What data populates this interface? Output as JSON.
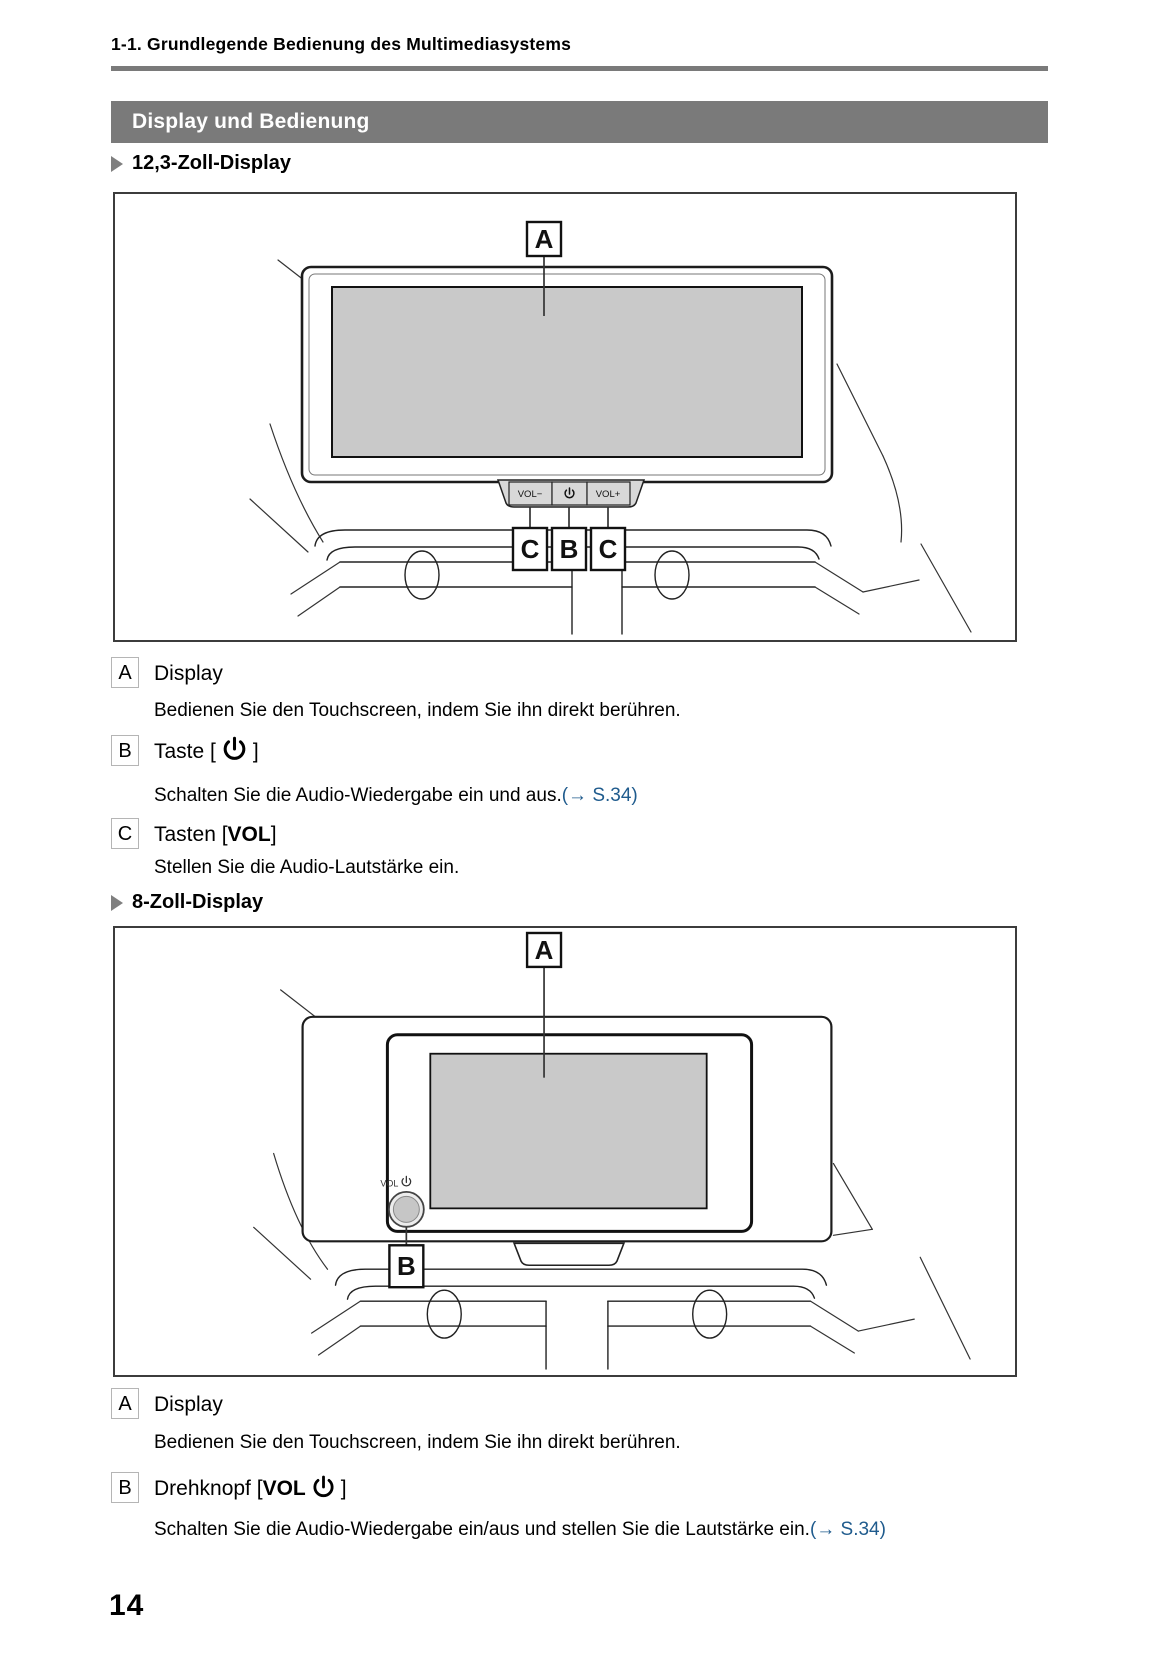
{
  "header": {
    "breadcrumb": "1-1. Grundlegende Bedienung des Multimediasystems"
  },
  "banner": {
    "title": "Display und Bedienung"
  },
  "colors": {
    "banner_gray": "#7a7a7a",
    "screen_gray": "#c9c9c9",
    "link_blue": "#1f5b8d"
  },
  "footer": {
    "page_number": "14"
  },
  "section1": {
    "heading": "12,3-Zoll-Display",
    "figure": {
      "callout_a": "A",
      "callout_b": "B",
      "callout_c_left": "C",
      "callout_c_right": "C",
      "button_vol_down": "VOL−",
      "button_power_icon": "power-icon",
      "button_vol_up": "VOL+"
    },
    "items": {
      "a": {
        "key": "A",
        "title": "Display",
        "desc": "Bedienen Sie den Touchscreen, indem Sie ihn direkt berühren."
      },
      "b": {
        "key": "B",
        "title_prefix": "Taste [",
        "title_suffix": "]",
        "desc": "Schalten Sie die Audio-Wiedergabe ein und aus.",
        "link": "(→ S.34)"
      },
      "c": {
        "key": "C",
        "title_prefix": "Tasten [",
        "title_bold": "VOL",
        "title_suffix": "]",
        "desc": "Stellen Sie die Audio-Lautstärke ein."
      }
    }
  },
  "section2": {
    "heading": "8-Zoll-Display",
    "figure": {
      "callout_a": "A",
      "callout_b": "B",
      "knob_label": "VOL"
    },
    "items": {
      "a": {
        "key": "A",
        "title": "Display",
        "desc": "Bedienen Sie den Touchscreen, indem Sie ihn direkt berühren."
      },
      "b": {
        "key": "B",
        "title_prefix": "Drehknopf [",
        "title_bold": "VOL",
        "title_suffix": "]",
        "desc": "Schalten Sie die Audio-Wiedergabe ein/aus und stellen Sie die Lautstärke ein.",
        "link": "(→ S.34)"
      }
    }
  }
}
